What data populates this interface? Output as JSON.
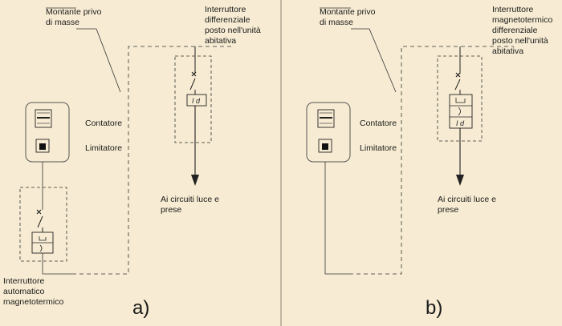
{
  "panel_a": {
    "tag": "a)",
    "riser_label": [
      "Montante privo",
      "di masse"
    ],
    "rcd_label": [
      "Interruttore",
      "differenziale",
      "posto nell'unità",
      "abitativa"
    ],
    "meter_label": "Contatore",
    "limiter_label": "Limitatore",
    "output_label": [
      "Ai circuiti luce e",
      "prese"
    ],
    "breaker_label": [
      "Interruttore",
      "automatico",
      "magnetotermico"
    ],
    "id_symbol": "I d"
  },
  "panel_b": {
    "tag": "b)",
    "riser_label": [
      "Montante privo",
      "di masse"
    ],
    "rcbo_label": [
      "Interruttore",
      "magnetotermico",
      "differenziale",
      "posto nell'unità",
      "abitativa"
    ],
    "meter_label": "Contatore",
    "limiter_label": "Limitatore",
    "output_label": [
      "Ai circuiti luce e",
      "prese"
    ],
    "id_symbol": "I d"
  }
}
